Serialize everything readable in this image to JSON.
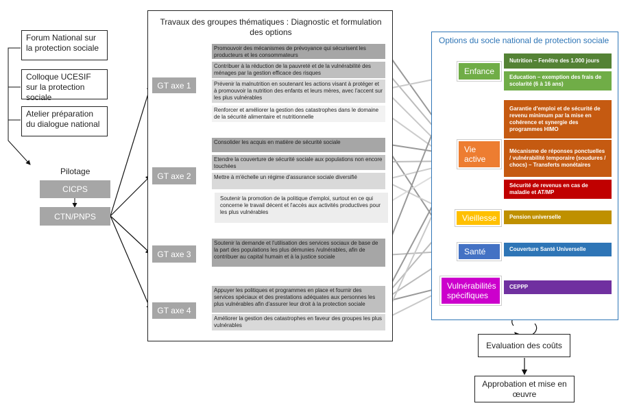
{
  "inputs": [
    "Forum National sur la protection sociale",
    "Colloque UCESIF sur la protection sociale",
    "Atelier préparation du dialogue national"
  ],
  "pilotage": {
    "label": "Pilotage",
    "top": "CICPS",
    "bottom": "CTN/PNPS"
  },
  "groups": {
    "title": "Travaux des groupes thématiques : Diagnostic et formulation des options",
    "axes": [
      "GT axe 1",
      "GT axe 2",
      "GT axe 3",
      "GT axe 4"
    ],
    "objectives": [
      "Promouvoir des mécanismes de prévoyance qui sécurisent les producteurs et les consommateurs",
      "Contribuer à la réduction de la pauvreté et de la vulnérabilité des ménages par la gestion efficace des risques",
      "Prévenir la malnutrition en soutenant les actions visant à protéger et à promouvoir la nutrition des enfants et leurs mères, avec l'accent sur les plus vulnérables",
      "Renforcer et améliorer la gestion des catastrophes dans le domaine de la sécurité alimentaire et nutritionnelle",
      "Consolider les acquis en matière de sécurité sociale",
      "Etendre la couverture de sécurité sociale aux populations non encore touchées",
      "Mettre à m'échelle un régime d'assurance sociale diversifié",
      "Soutenir la promotion de la politique d'emploi, surtout en ce qui concerne le travail décent et l'accès aux activités productives pour les  plus vulnérables",
      "Soutenir la demande et l'utilisation des services sociaux de base de la part des populations les plus démunies /vulnérables, afin de contribuer au capital humain et à la justice sociale",
      "Appuyer les politiques et programmes en place et fournir des services spéciaux et des prestations adéquates aux personnes les plus vulnérables afin d'assurer leur droit à la protection sociale",
      "Améliorer la gestion des catastrophes en faveur des groupes les plus vulnérables"
    ]
  },
  "options": {
    "title": "Options du socle national de protection sociale",
    "categories": [
      {
        "label": "Enfance",
        "color": "#70ad47"
      },
      {
        "label": "Vie active",
        "color": "#ed7d31"
      },
      {
        "label": "Vieillesse",
        "color": "#ffc000"
      },
      {
        "label": "Santé",
        "color": "#4472c4"
      },
      {
        "label": "Vulnérabilités spécifiques",
        "color": "#cc00cc"
      }
    ],
    "items": [
      {
        "text": "Nutrition – Fenêtre des 1.000 jours",
        "color": "#548235"
      },
      {
        "text": "Education – exemption des frais de scolarité (6 à 16 ans)",
        "color": "#70ad47"
      },
      {
        "text": "Garantie d'emploi et de sécurité de revenu minimum  par la mise en cohérence et synergie des programmes HIMO",
        "color": "#c55a11"
      },
      {
        "text": "Mécanisme de réponses ponctuelles  / vulnérabilité temporaire (soudures / chocs) – Transferts monétaires",
        "color": "#c55a11"
      },
      {
        "text": "Sécurité de revenus en cas de maladie et AT/MP",
        "color": "#c00000"
      },
      {
        "text": "Pension universelle",
        "color": "#bf9000"
      },
      {
        "text": "Couverture Santé  Universelle",
        "color": "#2e75b6"
      },
      {
        "text": "CEPPP",
        "color": "#7030a0"
      }
    ]
  },
  "process": {
    "evaluation": "Evaluation des coûts",
    "approval": "Approbation et mise en œuvre"
  }
}
